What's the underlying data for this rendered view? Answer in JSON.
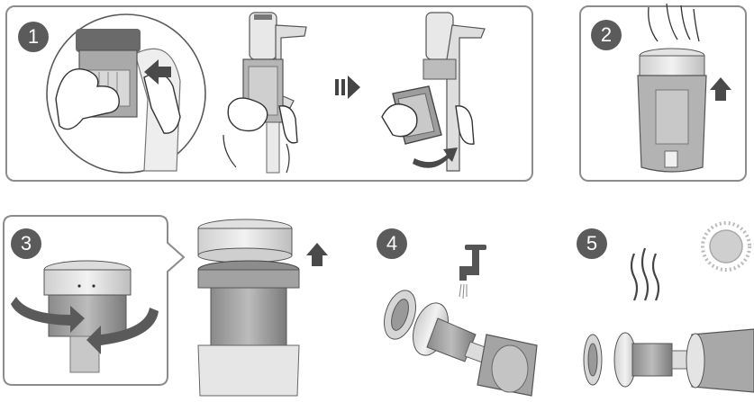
{
  "steps": [
    {
      "number": "1"
    },
    {
      "number": "2"
    },
    {
      "number": "3"
    },
    {
      "number": "4"
    },
    {
      "number": "5"
    }
  ],
  "colors": {
    "badge": "#5b5b5b",
    "frame": "#8c8c8c",
    "arrow": "#4a4a4a",
    "bin": "#a8a8a8",
    "bin_dark": "#777777",
    "sun": "#cfcfcf"
  },
  "icons": [
    "magnifier-circle",
    "push-arrow",
    "double-arrow",
    "up-arrow",
    "twist-arrow",
    "water-tap-icon",
    "heat-waves-icon",
    "sun-icon"
  ]
}
